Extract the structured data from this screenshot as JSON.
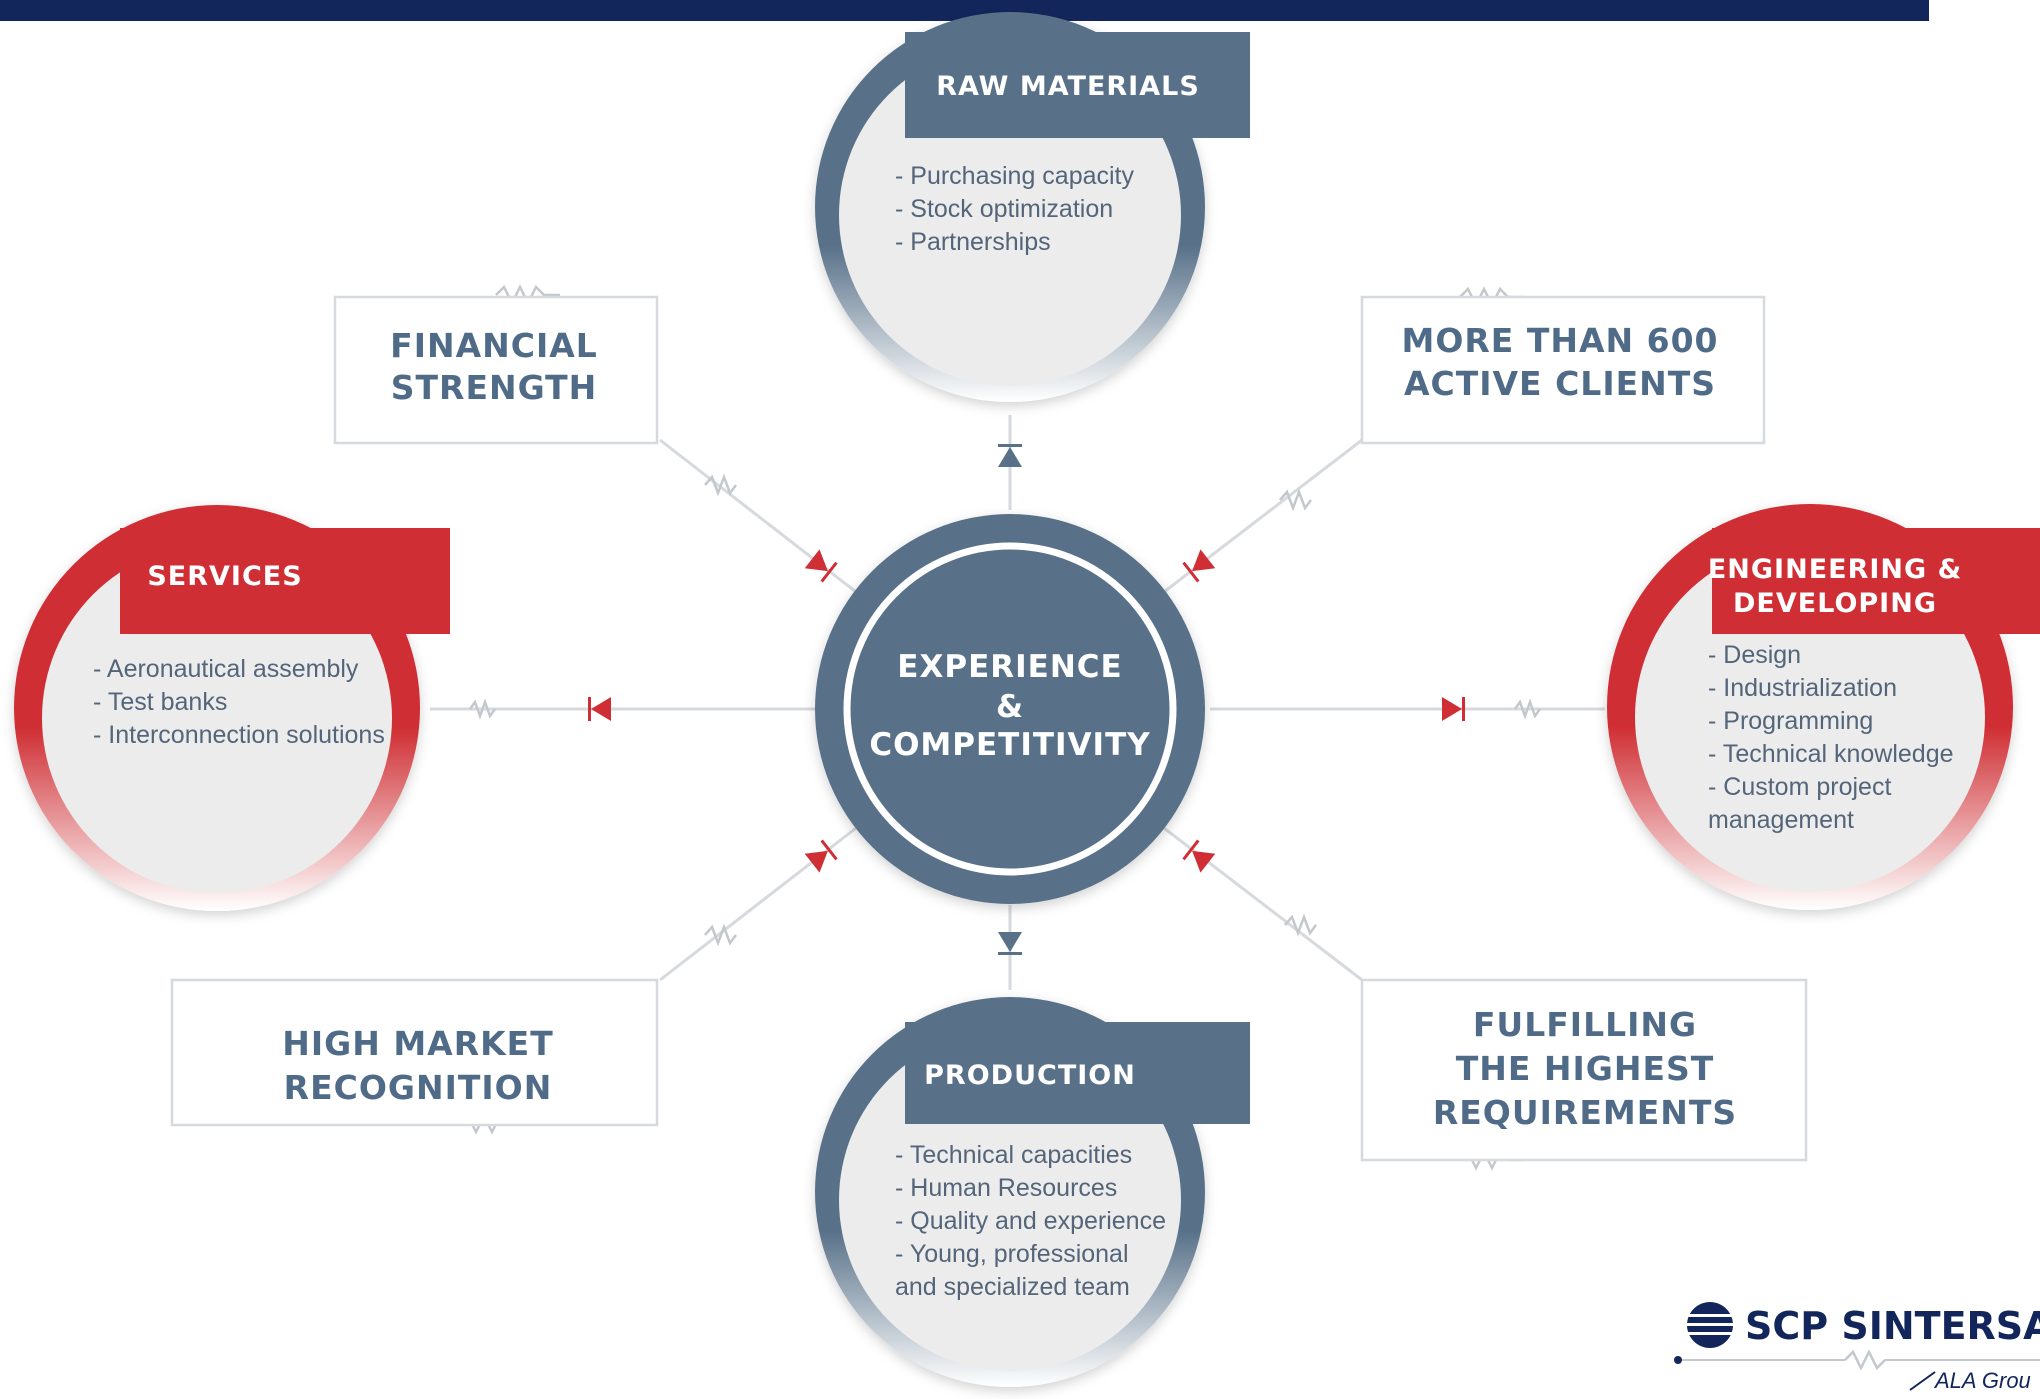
{
  "center": {
    "lines": [
      "EXPERIENCE",
      "&",
      "COMPETITIVITY"
    ]
  },
  "nodes": {
    "raw_materials": {
      "title": "RAW MATERIALS",
      "items": [
        "- Purchasing capacity",
        "- Stock optimization",
        "- Partnerships"
      ]
    },
    "services": {
      "title": "SERVICES",
      "items": [
        "- Aeronautical assembly",
        "- Test banks",
        "- Interconnection solutions"
      ]
    },
    "engineering": {
      "title_lines": [
        "ENGINEERING &",
        "DEVELOPING"
      ],
      "items": [
        "- Design",
        "- Industrialization",
        "- Programming",
        "- Technical knowledge",
        "- Custom project",
        "management"
      ]
    },
    "production": {
      "title": "PRODUCTION",
      "items": [
        "- Technical capacities",
        "- Human Resources",
        "- Quality and experience",
        "- Young, professional",
        "and specialized team"
      ]
    }
  },
  "boxes": {
    "financial": [
      "FINANCIAL",
      "STRENGTH"
    ],
    "clients": [
      "MORE THAN 600",
      "ACTIVE CLIENTS"
    ],
    "market": [
      "HIGH MARKET",
      "RECOGNITION"
    ],
    "requirements": [
      "FULFILLING",
      "THE HIGHEST",
      "REQUIREMENTS"
    ]
  },
  "logo": {
    "name": "SCP SINTERSA",
    "group": "ALA Grou"
  },
  "colors": {
    "navy": "#13265c",
    "slate": "#587189",
    "red": "#cf2f34",
    "text": "#4f6b87"
  }
}
